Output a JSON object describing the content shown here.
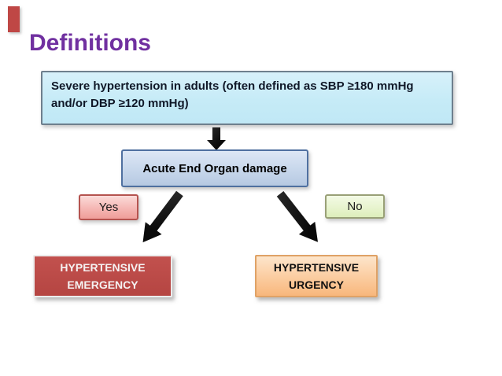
{
  "slide": {
    "title": "Definitions",
    "title_color": "#7030A0",
    "accent_bar_color": "#BF4745",
    "background_color": "#FFFFFF"
  },
  "flowchart": {
    "definition_box": {
      "text": "Severe hypertension in adults (often defined as SBP ≥180 mmHg and/or DBP ≥120 mmHg)",
      "bg_top": "#D7F1FA",
      "bg_bottom": "#C0E8F5",
      "border_color": "#6E7F8D",
      "text_color": "#101828"
    },
    "criterion_box": {
      "text": "Acute End Organ damage",
      "bg_top": "#DDE7F5",
      "bg_bottom": "#B6C9E2",
      "border_color": "#4F70A0",
      "text_color": "#000000"
    },
    "branch": {
      "yes_label": "Yes",
      "yes_bg_top": "#FBDBD9",
      "yes_bg_bottom": "#EF9D99",
      "yes_border_color": "#B5534F",
      "no_label": "No",
      "no_bg_top": "#F3FAE5",
      "no_bg_bottom": "#DDEEBB",
      "no_border_color": "#99A077"
    },
    "outcomes": {
      "emergency": {
        "line1": "HYPERTENSIVE",
        "line2": "EMERGENCY",
        "bg_color": "#B94743",
        "border_color": "#ECECEC",
        "text_color": "#F5F2F2"
      },
      "urgency": {
        "line1": "HYPERTENSIVE",
        "line2": "URGENCY",
        "bg_top": "#FDE5CB",
        "bg_bottom": "#F8B77C",
        "border_color": "#DFA266",
        "text_color": "#111111"
      }
    },
    "arrows": {
      "color": "#0A0A0A",
      "items": [
        "down-arrow",
        "down-left-arrow",
        "down-right-arrow"
      ]
    }
  }
}
